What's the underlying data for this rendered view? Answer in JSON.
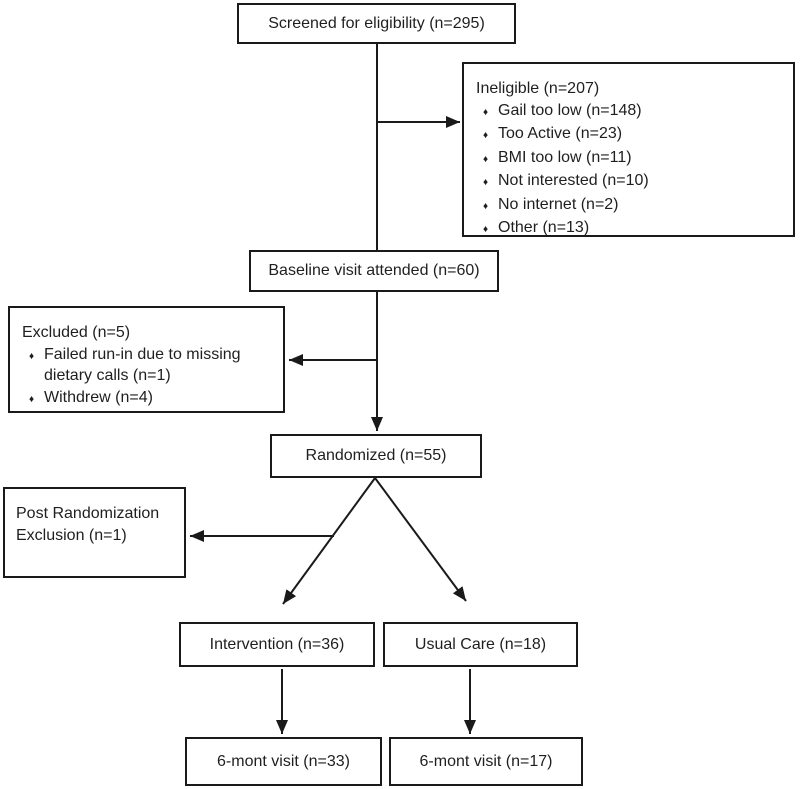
{
  "diagram": {
    "type": "flowchart",
    "subject": "participant-flow-consort-diagram",
    "bullet_glyph": "♦",
    "colors": {
      "background": "#ffffff",
      "line": "#1a1a1a",
      "box_background": "#ffffff",
      "text": "#1f1f1f"
    },
    "nodes": {
      "screened": {
        "label": "Screened for eligibility (n=295)"
      },
      "ineligible": {
        "title": "Ineligible (n=207)",
        "items": [
          "Gail too low (n=148)",
          "Too Active (n=23)",
          "BMI too low (n=11)",
          "Not interested (n=10)",
          "No internet (n=2)",
          "Other (n=13)"
        ]
      },
      "baseline": {
        "label": "Baseline visit attended (n=60)"
      },
      "excluded": {
        "title": "Excluded (n=5)",
        "items": [
          "Failed run-in due to missing dietary calls (n=1)",
          "Withdrew (n=4)"
        ]
      },
      "randomized": {
        "label": "Randomized (n=55)"
      },
      "post_randomization": {
        "label": "Post Randomization Exclusion (n=1)"
      },
      "intervention": {
        "label": "Intervention (n=36)"
      },
      "usual_care": {
        "label": "Usual Care (n=18)"
      },
      "intervention_visit": {
        "label": "6-mont visit (n=33)"
      },
      "usual_care_visit": {
        "label": "6-mont visit (n=17)"
      }
    },
    "edges": [
      {
        "from": "screened",
        "to": "baseline",
        "arrow": false
      },
      {
        "from": "screened",
        "to": "ineligible",
        "arrow": true
      },
      {
        "from": "baseline",
        "to": "excluded",
        "arrow": true
      },
      {
        "from": "baseline",
        "to": "randomized",
        "arrow": true
      },
      {
        "from": "randomized",
        "to": "post_randomization",
        "arrow": true
      },
      {
        "from": "randomized",
        "to": "intervention",
        "arrow": true
      },
      {
        "from": "randomized",
        "to": "usual_care",
        "arrow": true
      },
      {
        "from": "intervention",
        "to": "intervention_visit",
        "arrow": true
      },
      {
        "from": "usual_care",
        "to": "usual_care_visit",
        "arrow": true
      }
    ]
  }
}
